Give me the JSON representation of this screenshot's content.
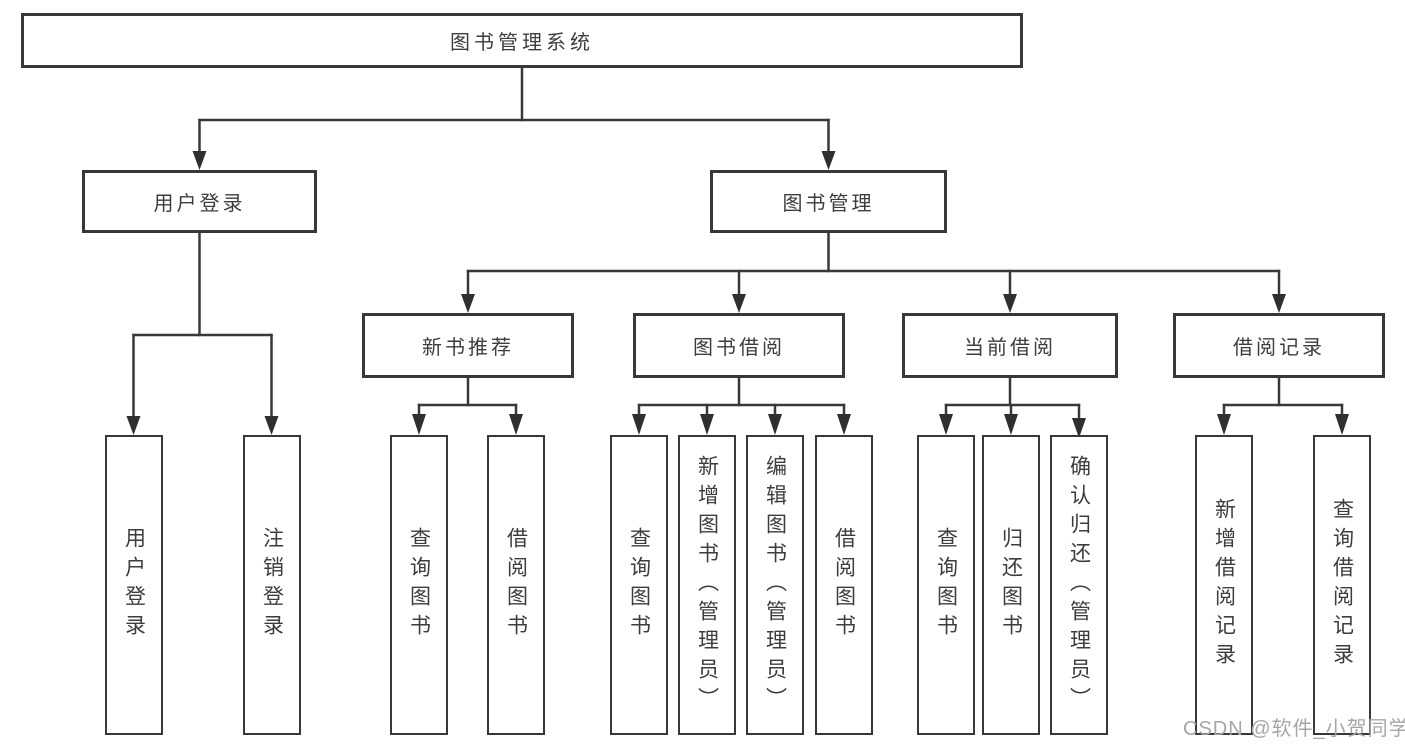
{
  "diagram": {
    "type": "hierarchy-tree",
    "colors": {
      "line": "#383838",
      "box_border": "#383838",
      "box_fill": "#ffffff",
      "text": "#3d3d3d",
      "watermark": "#a6a6a6"
    },
    "watermark": "CSDN @软件_小贺同学",
    "nodes": {
      "root": "图书管理系统",
      "user_login": "用户登录",
      "book_mgmt": "图书管理",
      "new_book_rec": "新书推荐",
      "book_borrow": "图书借阅",
      "current_borrow": "当前借阅",
      "borrow_records": "借阅记录",
      "user_login_leaf": "用户登录",
      "logout": "注销登录",
      "query_books_1": "查询图书",
      "borrow_books_1": "借阅图书",
      "query_books_2": "查询图书",
      "add_books": "新增图书（管理员）",
      "edit_books": "编辑图书（管理员）",
      "borrow_books_2": "借阅图书",
      "query_books_3": "查询图书",
      "return_books": "归还图书",
      "confirm_return": "确认归还（管理员）",
      "add_borrow_rec": "新增借阅记录",
      "query_borrow_rec": "查询借阅记录"
    },
    "edges": [
      {
        "from": "root",
        "to": "user_login"
      },
      {
        "from": "root",
        "to": "book_mgmt"
      },
      {
        "from": "user_login",
        "to": "user_login_leaf"
      },
      {
        "from": "user_login",
        "to": "logout"
      },
      {
        "from": "book_mgmt",
        "to": "new_book_rec"
      },
      {
        "from": "book_mgmt",
        "to": "book_borrow"
      },
      {
        "from": "book_mgmt",
        "to": "current_borrow"
      },
      {
        "from": "book_mgmt",
        "to": "borrow_records"
      },
      {
        "from": "new_book_rec",
        "to": "query_books_1"
      },
      {
        "from": "new_book_rec",
        "to": "borrow_books_1"
      },
      {
        "from": "book_borrow",
        "to": "query_books_2"
      },
      {
        "from": "book_borrow",
        "to": "add_books"
      },
      {
        "from": "book_borrow",
        "to": "edit_books"
      },
      {
        "from": "book_borrow",
        "to": "borrow_books_2"
      },
      {
        "from": "current_borrow",
        "to": "query_books_3"
      },
      {
        "from": "current_borrow",
        "to": "return_books"
      },
      {
        "from": "current_borrow",
        "to": "confirm_return"
      },
      {
        "from": "borrow_records",
        "to": "add_borrow_rec"
      },
      {
        "from": "borrow_records",
        "to": "query_borrow_rec"
      }
    ]
  }
}
